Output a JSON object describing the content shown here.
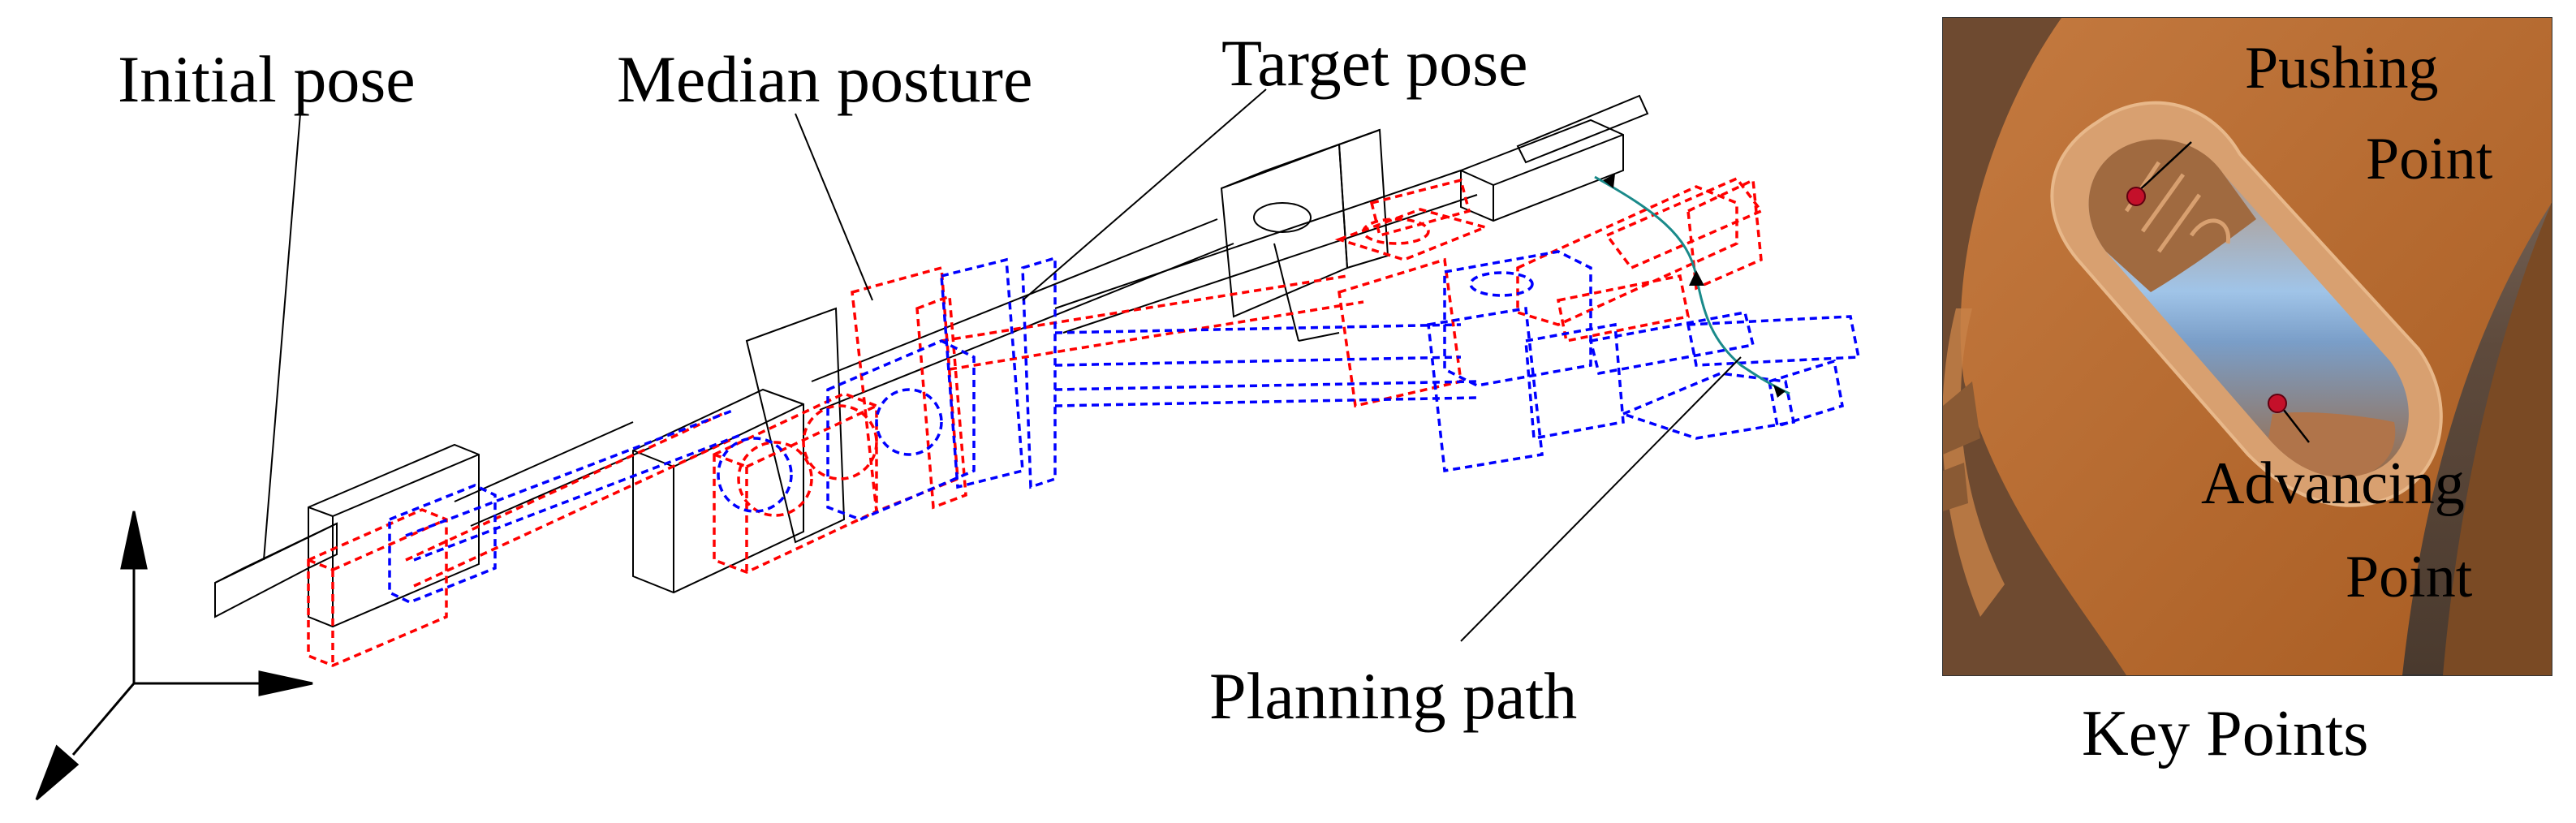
{
  "left_panel": {
    "labels": {
      "initial_pose": "Initial pose",
      "median_posture": "Median posture",
      "target_pose": "Target pose",
      "planning_path": "Planning path"
    },
    "colors": {
      "initial": "#000000",
      "median": "#ff0000",
      "target": "#0000ff",
      "path": "#1a8a8a"
    }
  },
  "right_panel": {
    "labels": {
      "pushing_point_1": "Pushing",
      "pushing_point_2": "Point",
      "advancing_point_1": "Advancing",
      "advancing_point_2": "Point",
      "caption": "Key Points"
    },
    "colors": {
      "part": "#b5672c",
      "part_dark": "#8a4c1d",
      "part_light": "#d9956a",
      "marker": "#c4102a",
      "background": "#6b5040"
    }
  }
}
